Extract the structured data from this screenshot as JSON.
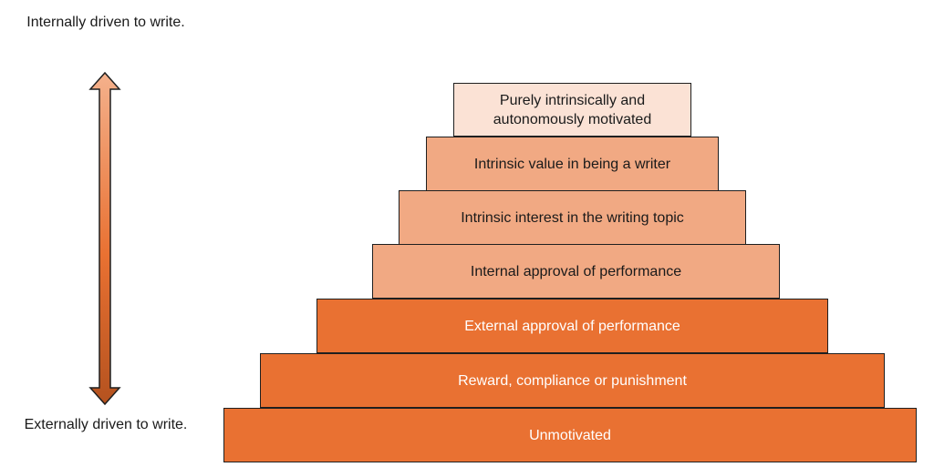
{
  "axis": {
    "top_label": "Internally driven to write.",
    "bottom_label": "Externally driven to write."
  },
  "tiers": [
    {
      "label": "Purely intrinsically and autonomously motivated",
      "tone": "light"
    },
    {
      "label": "Intrinsic value in being a writer",
      "tone": "mid"
    },
    {
      "label": "Intrinsic interest in the writing topic",
      "tone": "mid"
    },
    {
      "label": "Internal approval of performance",
      "tone": "mid"
    },
    {
      "label": "External approval of performance",
      "tone": "dark"
    },
    {
      "label": "Reward, compliance or punishment",
      "tone": "dark"
    },
    {
      "label": "Unmotivated",
      "tone": "dark"
    }
  ],
  "colors": {
    "light": "#fbe2d5",
    "mid": "#f1a983",
    "dark": "#e97132",
    "arrow_top": "#f4b18c",
    "arrow_bottom": "#b4521f"
  }
}
